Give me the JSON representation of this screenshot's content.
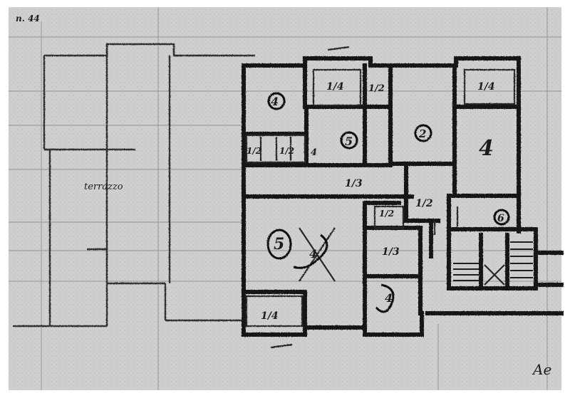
{
  "sheet": {
    "label": "n. 44",
    "note": "terrazzo",
    "corner_mark": "Ae"
  },
  "rooms": [
    {
      "id": "r1",
      "label": "4"
    },
    {
      "id": "r2",
      "label": "1/4"
    },
    {
      "id": "r3",
      "label": "1/2"
    },
    {
      "id": "r4",
      "label": "1/2"
    },
    {
      "id": "r5",
      "label": "1/2"
    },
    {
      "id": "r6",
      "label": "5"
    },
    {
      "id": "r7",
      "label": "2"
    },
    {
      "id": "r8",
      "label": "4"
    },
    {
      "id": "r9",
      "label": "1/4"
    },
    {
      "id": "r10",
      "label": "1/3"
    },
    {
      "id": "r11",
      "label": "1/2"
    },
    {
      "id": "r12",
      "label": "1/2"
    },
    {
      "id": "r13",
      "label": "4"
    },
    {
      "id": "r14",
      "label": "5"
    },
    {
      "id": "r15",
      "label": "6"
    },
    {
      "id": "r16",
      "label": "1/3"
    },
    {
      "id": "r17",
      "label": "4"
    },
    {
      "id": "r18",
      "label": "1/4"
    },
    {
      "id": "r19",
      "label": "4"
    }
  ]
}
